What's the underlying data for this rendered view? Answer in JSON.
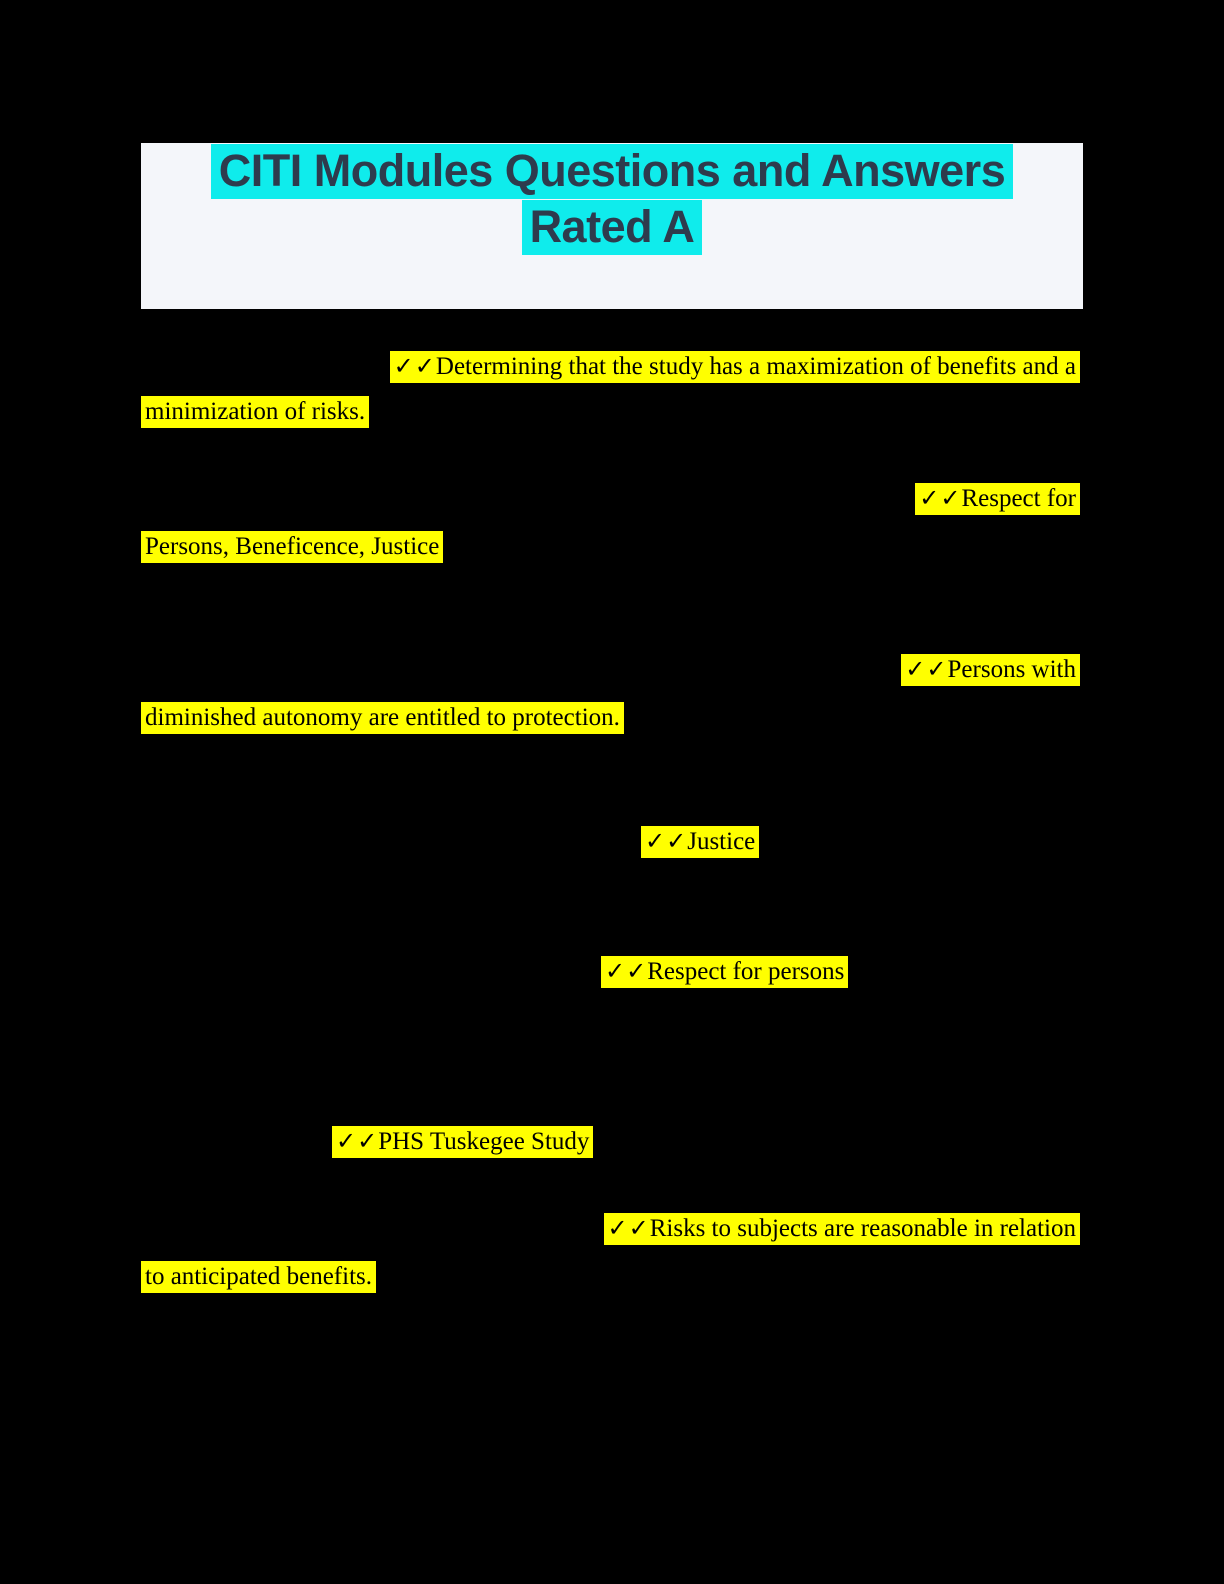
{
  "page": {
    "background_color": "#000000"
  },
  "header": {
    "title_line1": "CITI Modules Questions and Answers",
    "title_line2": "Rated A",
    "card_color": "#f4f6fa",
    "highlight_color": "#0fecec",
    "text_color": "#2e3b4d"
  },
  "answers": {
    "highlight_color": "#ffff00",
    "text_color": "#000000",
    "check_mark": "✓✓",
    "items": [
      {
        "lines": [
          {
            "check": "✓✓",
            "text": "Determining that the study has a maximization of benefits and a"
          },
          {
            "check": "",
            "text": "minimization of risks."
          }
        ]
      },
      {
        "lines": [
          {
            "check": "✓✓",
            "text": "Respect for"
          },
          {
            "check": "",
            "text": "Persons, Beneficence, Justice"
          }
        ]
      },
      {
        "lines": [
          {
            "check": "✓✓",
            "text": "Persons with"
          },
          {
            "check": "",
            "text": "diminished autonomy are entitled to protection."
          }
        ]
      },
      {
        "lines": [
          {
            "check": "✓✓",
            "text": "Justice"
          }
        ]
      },
      {
        "lines": [
          {
            "check": "✓✓",
            "text": "Respect for persons"
          }
        ]
      },
      {
        "lines": [
          {
            "check": "✓✓",
            "text": "PHS Tuskegee Study"
          }
        ]
      },
      {
        "lines": [
          {
            "check": "✓✓",
            "text": "Risks to subjects are reasonable in relation"
          },
          {
            "check": "",
            "text": "to anticipated benefits."
          }
        ]
      }
    ]
  }
}
